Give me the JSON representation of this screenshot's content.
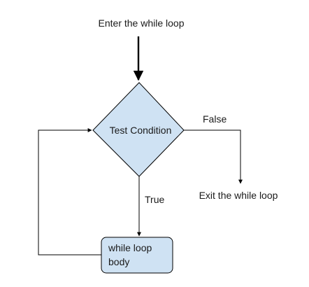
{
  "nodes": {
    "start": {
      "label": "Enter the while loop"
    },
    "condition": {
      "label": "Test Condition"
    },
    "body": {
      "line1": "while loop",
      "line2": "body"
    },
    "exit": {
      "label": "Exit the while loop"
    }
  },
  "edges": {
    "true_label": "True",
    "false_label": "False"
  },
  "colors": {
    "shape_fill": "#cfe2f3",
    "shape_stroke": "#000000",
    "line": "#000000"
  }
}
